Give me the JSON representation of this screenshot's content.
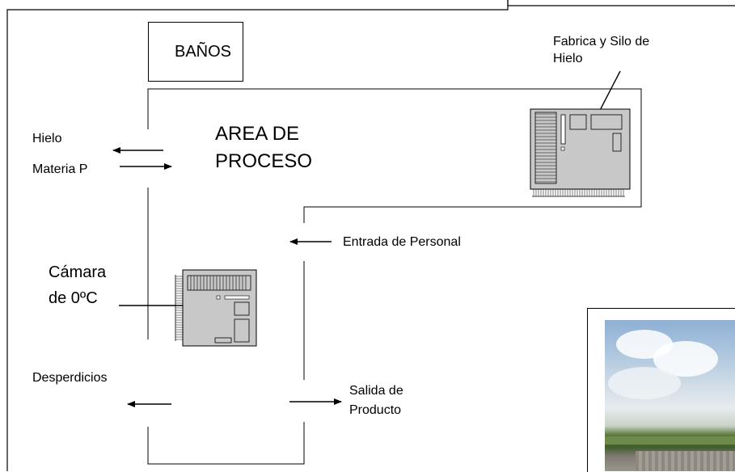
{
  "labels": {
    "banos": "BAÑOS",
    "area_proceso_line1": "AREA DE",
    "area_proceso_line2": "PROCESO",
    "fabrica_line1": "Fabrica y Silo de",
    "fabrica_line2": "Hielo",
    "hielo": "Hielo",
    "materia_p": "Materia P",
    "camara_line1": "Cámara",
    "camara_line2": "de 0ºC",
    "entrada_personal": "Entrada de Personal",
    "desperdicios": "Desperdicios",
    "salida_line1": "Salida de",
    "salida_line2": "Producto"
  },
  "icons": {
    "fabrica": "machine-floorplan-icon",
    "camara": "machine-floorplan-icon",
    "photo": "building-photo"
  }
}
